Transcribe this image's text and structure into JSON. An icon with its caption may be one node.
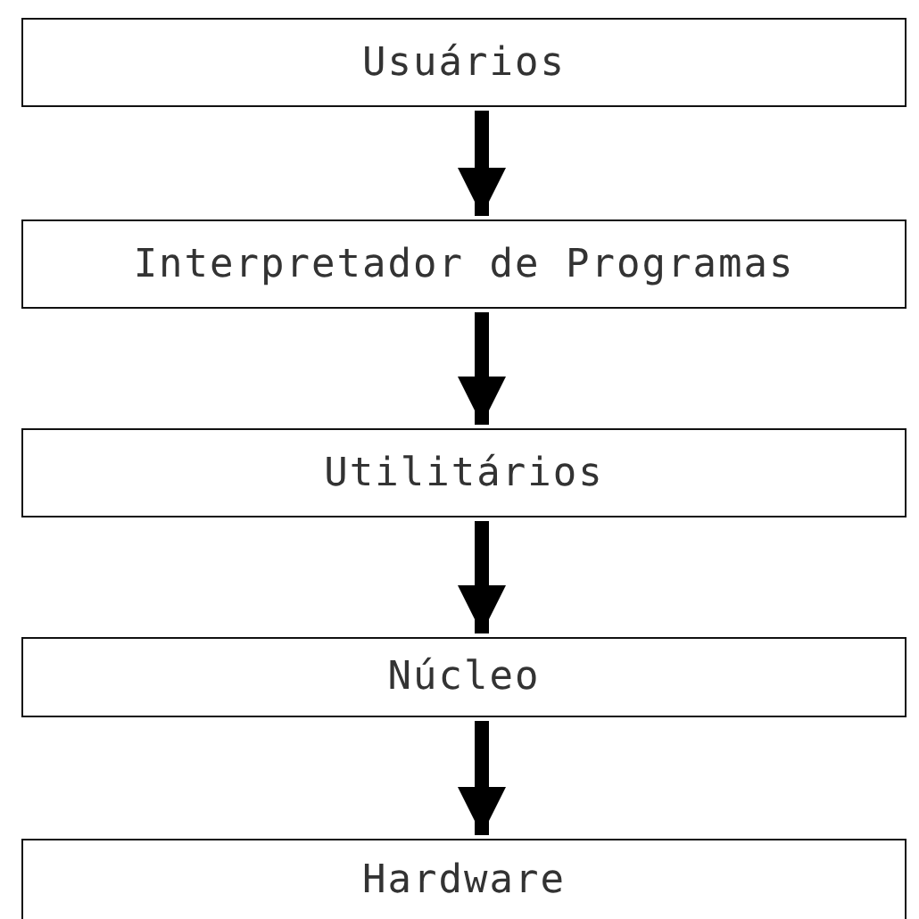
{
  "diagram": {
    "nodes": [
      {
        "text": [
          "Usuários"
        ]
      },
      {
        "text": [
          "Interpretador de Programas"
        ]
      },
      {
        "text": [
          "Utilitários"
        ]
      },
      {
        "text": [
          "Núcleo"
        ]
      },
      {
        "text": [
          "Hardware"
        ]
      }
    ],
    "edges": [
      {
        "from": 0,
        "to": 1,
        "arrow": "to"
      },
      {
        "from": 1,
        "to": 2,
        "arrow": "to"
      },
      {
        "from": 2,
        "to": 3,
        "arrow": "to"
      },
      {
        "from": 3,
        "to": 4,
        "arrow": "to"
      }
    ]
  }
}
